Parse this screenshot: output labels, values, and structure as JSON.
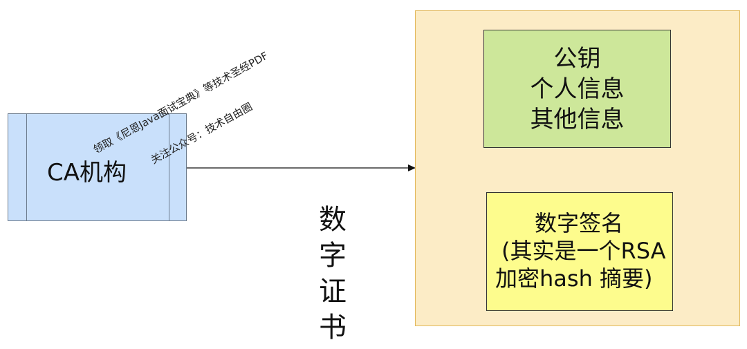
{
  "ca": {
    "label": "CA机构"
  },
  "watermark": {
    "line1": "领取《尼恩Java面试宝典》等技术圣经PDF",
    "line2": "关注公众号：技术自由圈"
  },
  "certificate": {
    "vertical_title": [
      "数",
      "字",
      "证",
      "书"
    ],
    "public_info": [
      "公钥",
      "个人信息",
      "其他信息"
    ],
    "signature": [
      "数字签名",
      "(其实是一个RSA",
      "加密hash 摘要)"
    ]
  },
  "colors": {
    "ca_fill": "#c9e0fb",
    "cert_fill": "#fcecc6",
    "public_fill": "#cde79a",
    "signature_fill": "#fdfc8d"
  }
}
